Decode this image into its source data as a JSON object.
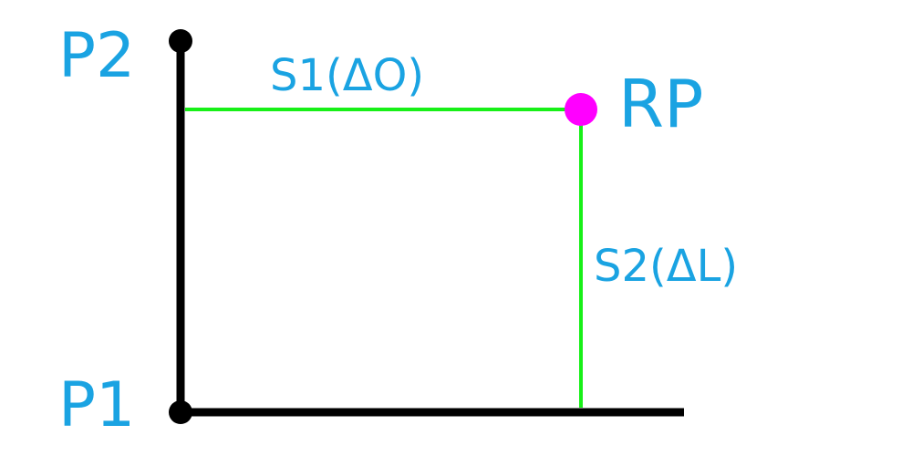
{
  "diagram": {
    "labels": {
      "p1": "P1",
      "p2": "P2",
      "rp": "RP",
      "s1": "S1(ΔO)",
      "s2": "S2(ΔL)"
    },
    "colors": {
      "baseline": "#000000",
      "offset_line": "#18f018",
      "reference_point": "#ff00ff",
      "text": "#1aa3e2"
    }
  }
}
